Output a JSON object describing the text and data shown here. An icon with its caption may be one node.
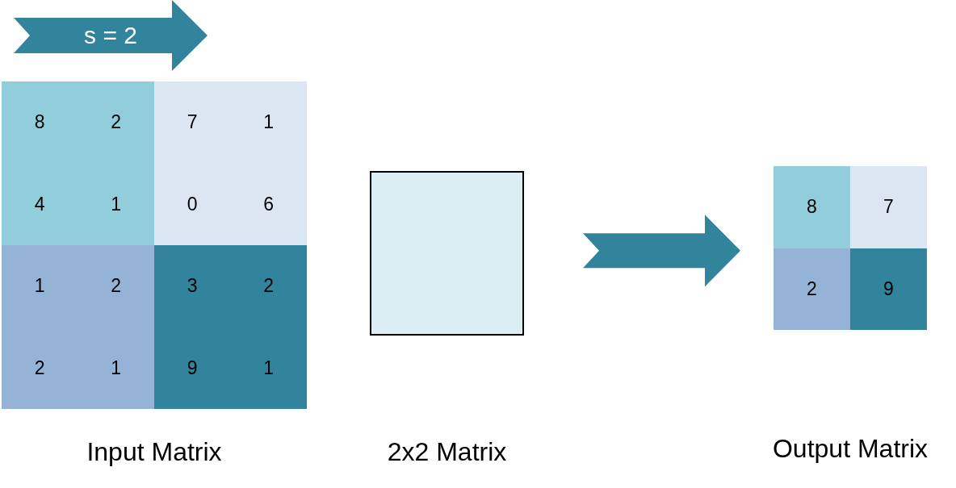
{
  "diagram": {
    "nodes": [
      {
        "text": [
          "s = 2"
        ]
      },
      {
        "text": [
          "Input Matrix"
        ]
      },
      {
        "text": [
          "8",
          "2",
          "4",
          "1"
        ],
        "in": 1
      },
      {
        "text": [
          "7",
          "1",
          "0",
          "6"
        ],
        "in": 1
      },
      {
        "text": [
          "1",
          "2",
          "2",
          "1"
        ],
        "in": 1
      },
      {
        "text": [
          "3",
          "2",
          "9",
          "1"
        ],
        "in": 1
      },
      {
        "text": [],
        "shape": "box"
      },
      {
        "text": [
          "Output Matrix"
        ]
      },
      {
        "text": [
          "8"
        ],
        "in": 7
      },
      {
        "text": [
          "7"
        ],
        "in": 7
      },
      {
        "text": [
          "2"
        ],
        "in": 7
      },
      {
        "text": [
          "9"
        ],
        "in": 7
      }
    ],
    "edges": [
      {
        "from": 6,
        "to": 7,
        "arrow": "to"
      }
    ],
    "labels": [
      "2x2 Matrix"
    ]
  }
}
